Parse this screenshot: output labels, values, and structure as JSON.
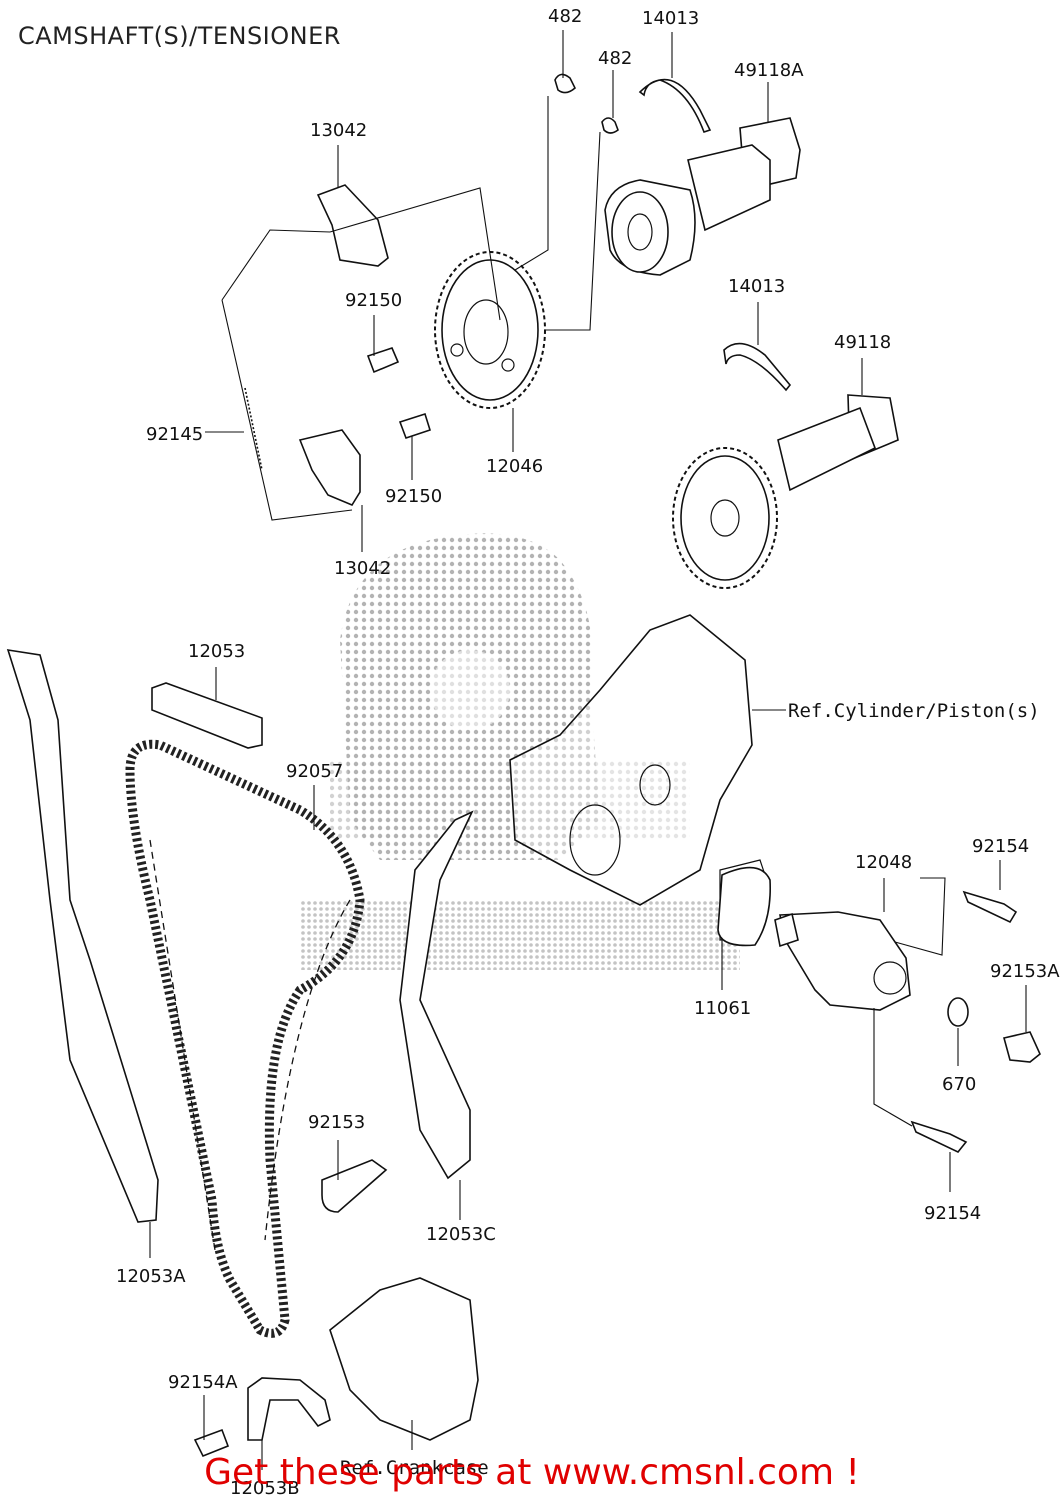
{
  "title": "CAMSHAFT(S)/TENSIONER",
  "callouts": {
    "p482a": "482",
    "p482b": "482",
    "p14013a": "14013",
    "p49118A": "49118A",
    "p13042a": "13042",
    "p92150a": "92150",
    "p92145": "92145",
    "p12046": "12046",
    "p92150b": "92150",
    "p13042b": "13042",
    "p14013b": "14013",
    "p49118": "49118",
    "p12053": "12053",
    "p92057": "92057",
    "refCylinder": "Ref.Cylinder/Piston(s)",
    "p92154a": "92154",
    "p12048": "12048",
    "p92153A": "92153A",
    "p11061": "11061",
    "p670": "670",
    "p92153": "92153",
    "p92154b": "92154",
    "p12053C": "12053C",
    "p12053A": "12053A",
    "p92154A": "92154A",
    "refCrankcase": "Ref.Crankcase",
    "p12053B": "12053B"
  },
  "footer": {
    "text": "Get these parts at www.cmsnl.com !",
    "color": "#e00000"
  }
}
